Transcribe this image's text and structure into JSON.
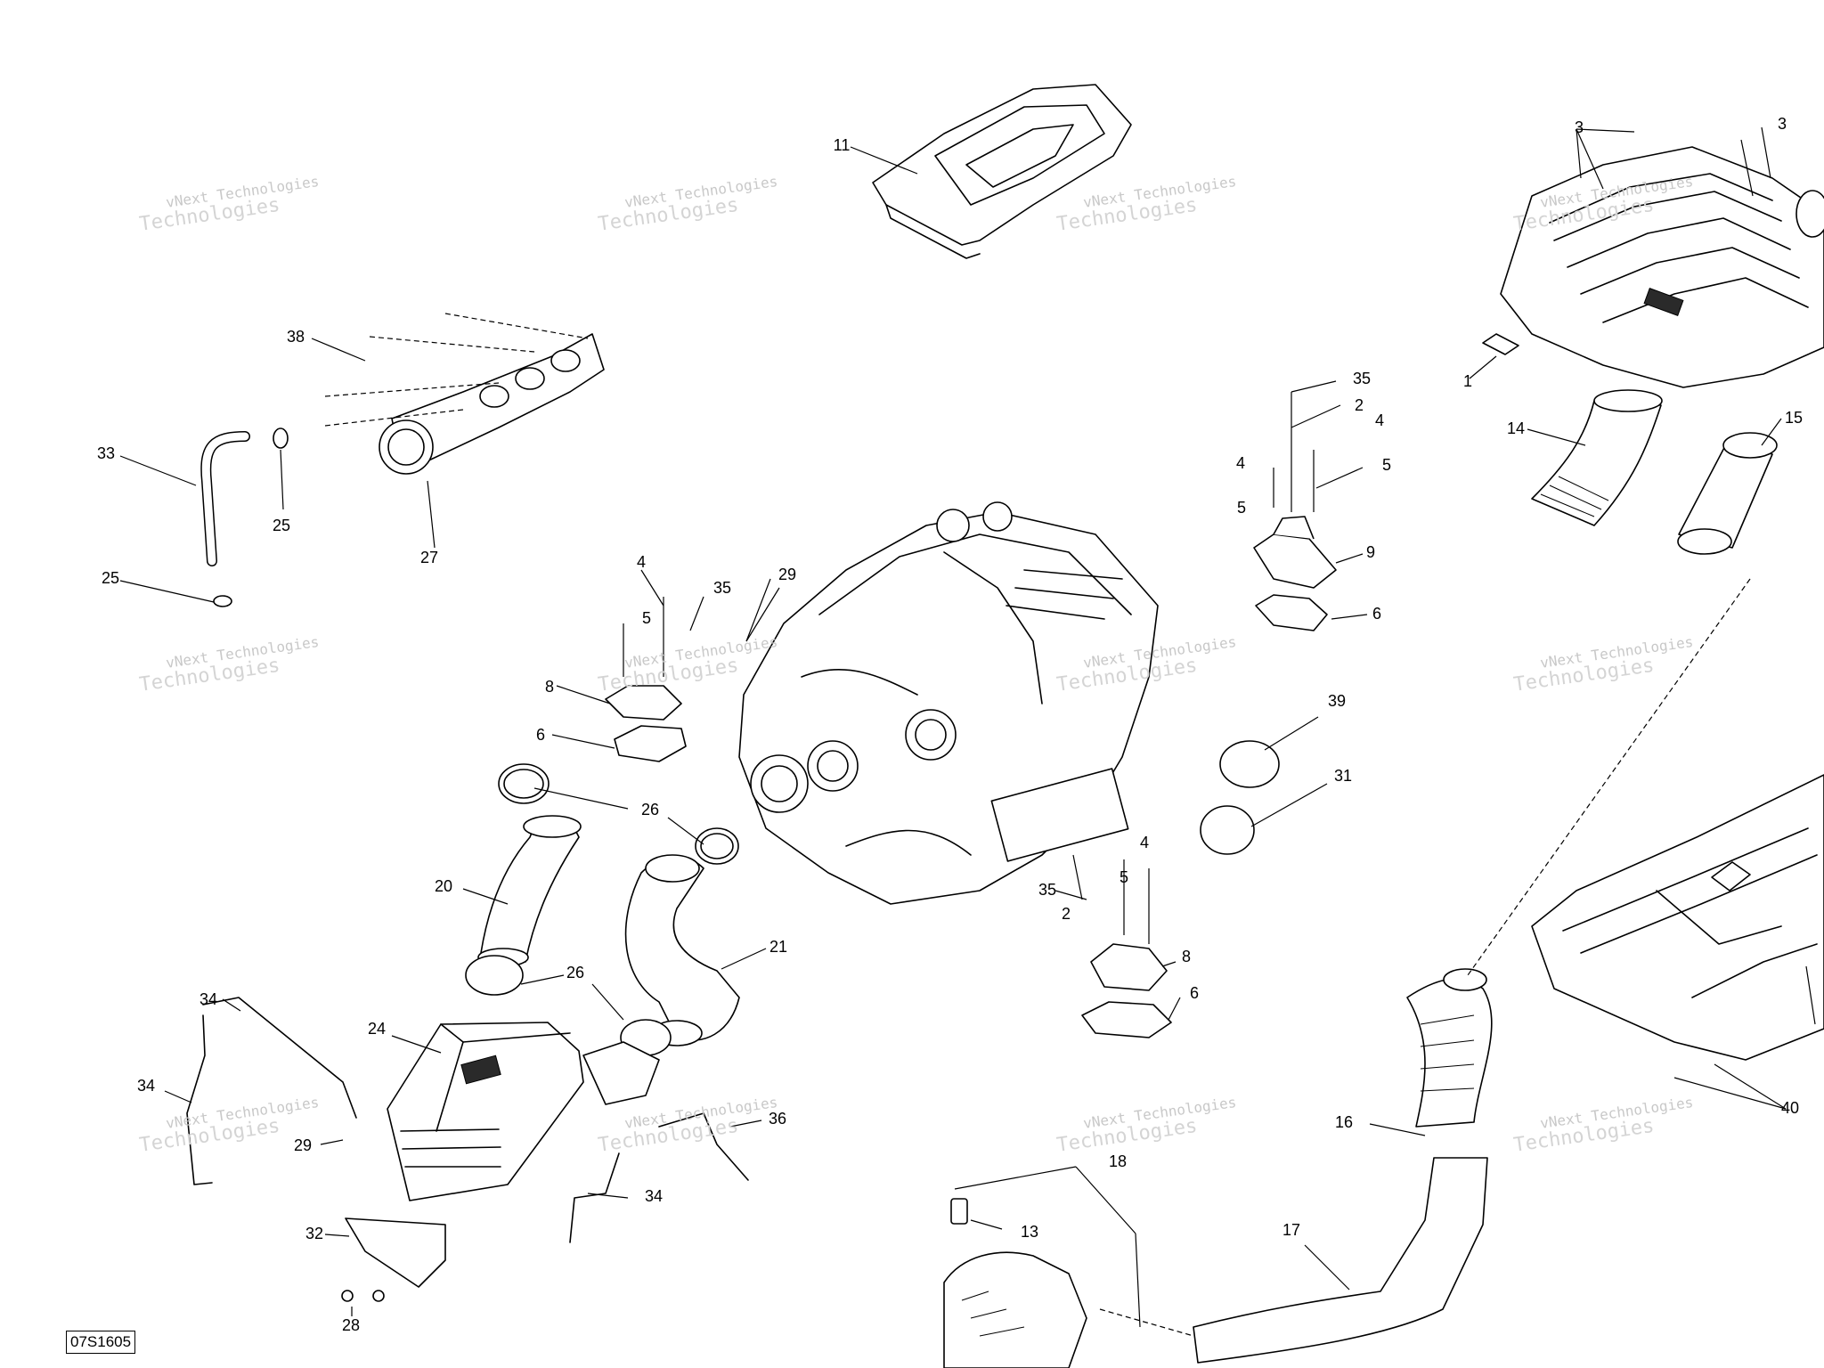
{
  "drawing_id": "07S1605",
  "watermark": {
    "line1": "vNext Technologies",
    "line2": "Technologies"
  },
  "callouts": [
    {
      "id": "c11",
      "text": "11"
    },
    {
      "id": "c3a",
      "text": "3"
    },
    {
      "id": "c3b",
      "text": "3"
    },
    {
      "id": "c38",
      "text": "38"
    },
    {
      "id": "c1",
      "text": "1"
    },
    {
      "id": "c14",
      "text": "14"
    },
    {
      "id": "c15",
      "text": "15"
    },
    {
      "id": "c33",
      "text": "33"
    },
    {
      "id": "c25a",
      "text": "25"
    },
    {
      "id": "c25b",
      "text": "25"
    },
    {
      "id": "c27",
      "text": "27"
    },
    {
      "id": "c35a",
      "text": "35"
    },
    {
      "id": "c2a",
      "text": "2"
    },
    {
      "id": "c4a",
      "text": "4"
    },
    {
      "id": "c4b",
      "text": "4"
    },
    {
      "id": "c5a",
      "text": "5"
    },
    {
      "id": "c5b",
      "text": "5"
    },
    {
      "id": "c9",
      "text": "9"
    },
    {
      "id": "c6a",
      "text": "6"
    },
    {
      "id": "c4c",
      "text": "4"
    },
    {
      "id": "c5c",
      "text": "5"
    },
    {
      "id": "c35b",
      "text": "35"
    },
    {
      "id": "c29a",
      "text": "29"
    },
    {
      "id": "c8a",
      "text": "8"
    },
    {
      "id": "c6b",
      "text": "6"
    },
    {
      "id": "c39",
      "text": "39"
    },
    {
      "id": "c31",
      "text": "31"
    },
    {
      "id": "c26a",
      "text": "26"
    },
    {
      "id": "c20",
      "text": "20"
    },
    {
      "id": "c21",
      "text": "21"
    },
    {
      "id": "c26b",
      "text": "26"
    },
    {
      "id": "c4d",
      "text": "4"
    },
    {
      "id": "c5d",
      "text": "5"
    },
    {
      "id": "c35c",
      "text": "35"
    },
    {
      "id": "c2b",
      "text": "2"
    },
    {
      "id": "c8b",
      "text": "8"
    },
    {
      "id": "c6c",
      "text": "6"
    },
    {
      "id": "c34a",
      "text": "34"
    },
    {
      "id": "c24",
      "text": "24"
    },
    {
      "id": "c34b",
      "text": "34"
    },
    {
      "id": "c29b",
      "text": "29"
    },
    {
      "id": "c36",
      "text": "36"
    },
    {
      "id": "c34c",
      "text": "34"
    },
    {
      "id": "c32",
      "text": "32"
    },
    {
      "id": "c28",
      "text": "28"
    },
    {
      "id": "c16",
      "text": "16"
    },
    {
      "id": "c40",
      "text": "40"
    },
    {
      "id": "c18",
      "text": "18"
    },
    {
      "id": "c13",
      "text": "13"
    },
    {
      "id": "c17",
      "text": "17"
    }
  ]
}
